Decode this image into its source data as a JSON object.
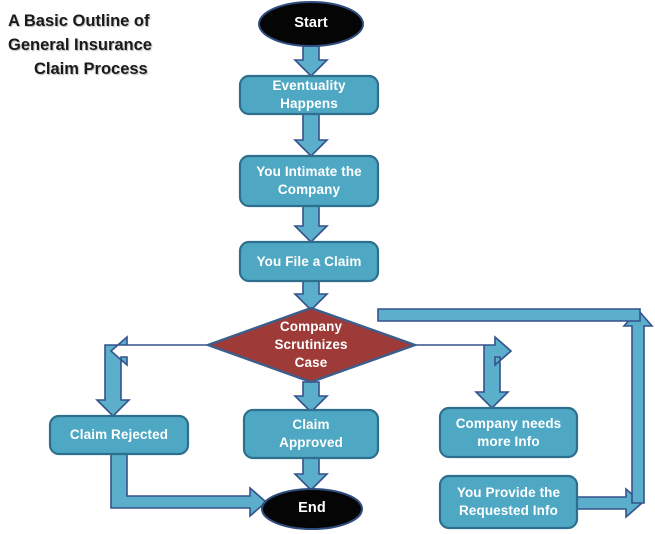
{
  "diagram": {
    "title": {
      "line1": "A Basic Outline of",
      "line2": "General Insurance",
      "line3": "Claim Process"
    },
    "type": "flowchart",
    "colors": {
      "process_fill": "#4EA8C4",
      "process_stroke": "#2E6F8E",
      "decision_fill": "#9E3B38",
      "decision_stroke": "#3B5E8C",
      "terminator_fill": "#050505",
      "terminator_stroke": "#2E4C7E",
      "connector_fill": "#5BAFCB",
      "connector_stroke": "#35528C",
      "node_text": "#FFFFFF",
      "title_text": "#1A1A1A",
      "background": "#FFFFFF"
    },
    "nodes": [
      {
        "id": "start",
        "label": "Start",
        "shape": "terminator"
      },
      {
        "id": "event",
        "label": "Eventuality\nHappens",
        "shape": "process"
      },
      {
        "id": "intimate",
        "label": "You Intimate the\nCompany",
        "shape": "process"
      },
      {
        "id": "file",
        "label": "You File a Claim",
        "shape": "process"
      },
      {
        "id": "scrutiny",
        "label": "Company\nScrutinizes\nCase",
        "shape": "decision"
      },
      {
        "id": "rejected",
        "label": "Claim Rejected",
        "shape": "process"
      },
      {
        "id": "approved",
        "label": "Claim\nApproved",
        "shape": "process"
      },
      {
        "id": "moreinfo",
        "label": "Company needs\nmore Info",
        "shape": "process"
      },
      {
        "id": "provide",
        "label": "You Provide the\nRequested  Info",
        "shape": "process"
      },
      {
        "id": "end",
        "label": "End",
        "shape": "terminator"
      }
    ],
    "edges": [
      {
        "from": "start",
        "to": "event",
        "direction": "down"
      },
      {
        "from": "event",
        "to": "intimate",
        "direction": "down"
      },
      {
        "from": "intimate",
        "to": "file",
        "direction": "down"
      },
      {
        "from": "file",
        "to": "scrutiny",
        "direction": "down"
      },
      {
        "from": "scrutiny",
        "to": "rejected",
        "direction": "left-then-down"
      },
      {
        "from": "scrutiny",
        "to": "approved",
        "direction": "down"
      },
      {
        "from": "scrutiny",
        "to": "moreinfo",
        "direction": "right-then-down"
      },
      {
        "from": "rejected",
        "to": "end",
        "direction": "down-then-right"
      },
      {
        "from": "approved",
        "to": "end",
        "direction": "down"
      },
      {
        "from": "provide",
        "to": "scrutiny",
        "direction": "right-up-left-loop"
      }
    ]
  }
}
